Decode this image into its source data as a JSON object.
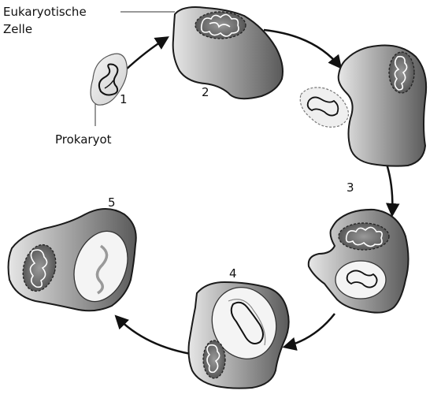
{
  "labels": {
    "eukaryote_line1": "Eukaryotische",
    "eukaryote_line2": "Zelle",
    "prokaryote": "Prokaryot"
  },
  "steps": {
    "s1": "1",
    "s2": "2",
    "s3": "3",
    "s4": "4",
    "s5": "5"
  },
  "colors": {
    "outline": "#1a1a1a",
    "cell_dark": "#555555",
    "cell_light": "#e8e8e8",
    "vacuole": "#f2f2f2"
  }
}
